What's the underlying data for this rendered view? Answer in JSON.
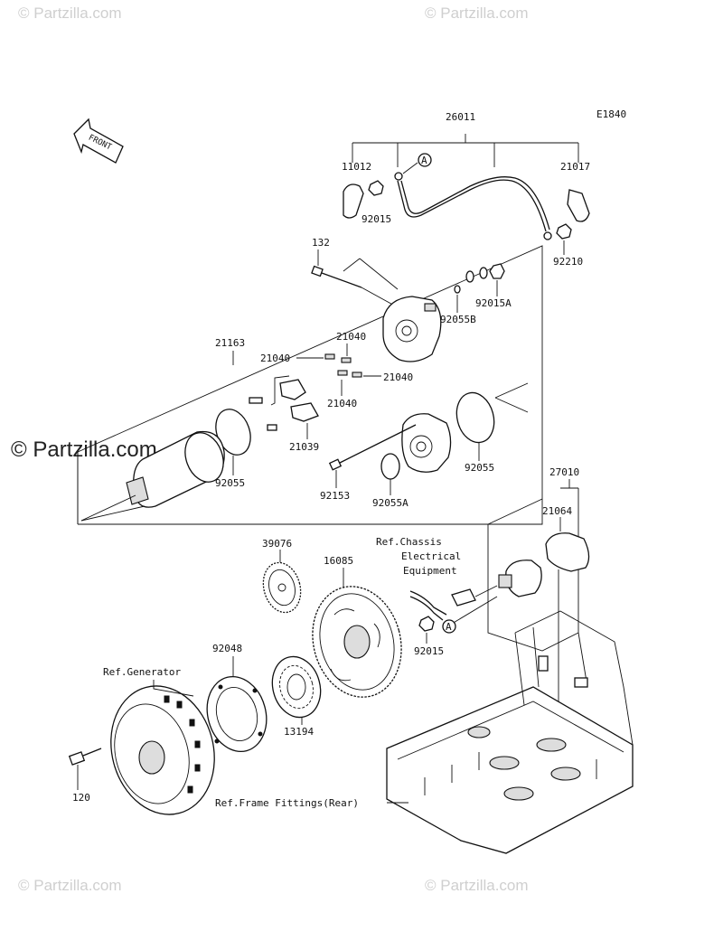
{
  "diagram_code": "E1840",
  "front_label": "FRONT",
  "watermark": "© Partzilla.com",
  "callout_marker": "A",
  "parts": {
    "p26011": "26011",
    "p11012": "11012",
    "p92015_top": "92015",
    "p21017": "21017",
    "p92210": "92210",
    "p132": "132",
    "p92015A": "92015A",
    "p92055B": "92055B",
    "p21163": "21163",
    "p21040_a": "21040",
    "p21040_b": "21040",
    "p21040_c": "21040",
    "p21040_d": "21040",
    "p21039": "21039",
    "p92055_left": "92055",
    "p92055_right": "92055",
    "p92153": "92153",
    "p92055A": "92055A",
    "p27010": "27010",
    "p21064": "21064",
    "p39076": "39076",
    "p16085": "16085",
    "p92015_bottom": "92015",
    "p92048": "92048",
    "p13194": "13194",
    "p120": "120"
  },
  "references": {
    "chassis_line1": "Ref.Chassis",
    "chassis_line2": "Electrical",
    "chassis_line3": "Equipment",
    "generator": "Ref.Generator",
    "frame": "Ref.Frame Fittings(Rear)"
  }
}
